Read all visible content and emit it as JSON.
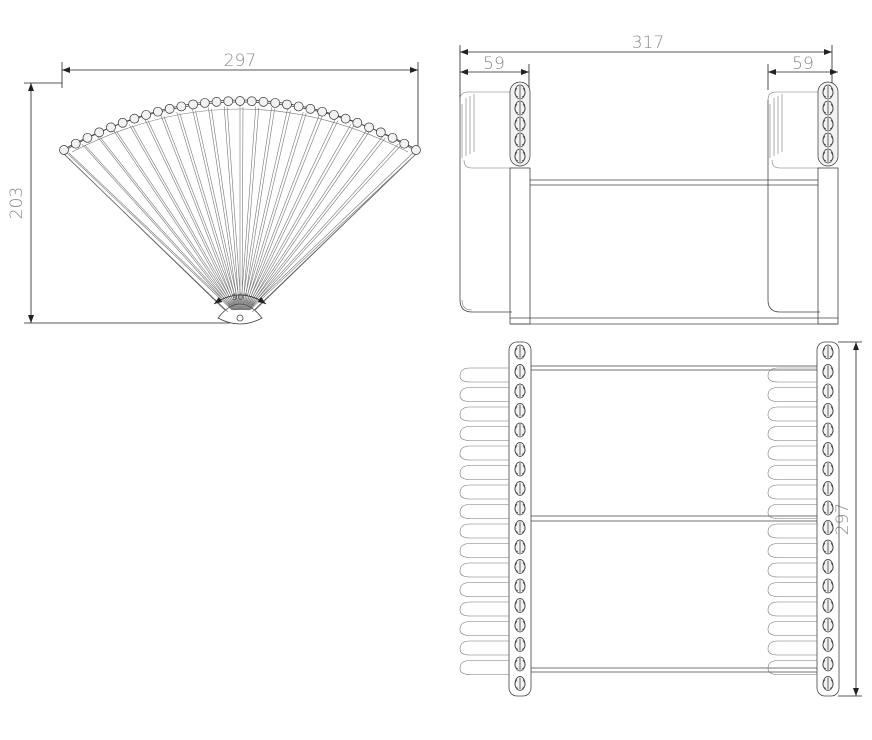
{
  "dimensions": {
    "fan_width": "297",
    "fan_height": "203",
    "fan_angle": "90°",
    "front_total": "317",
    "front_left_end": "59",
    "front_right_end": "59",
    "top_depth": "297"
  },
  "views": [
    "fan-view",
    "front-elevation",
    "top-plan"
  ]
}
